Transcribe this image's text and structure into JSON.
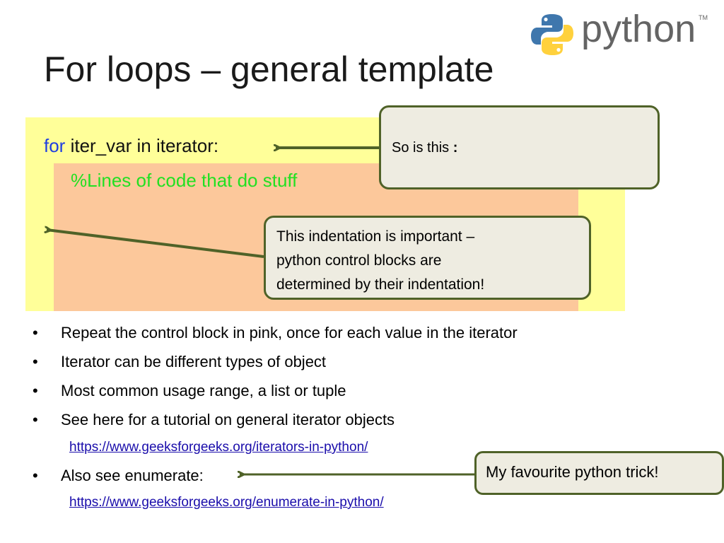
{
  "slide": {
    "title": "For loops – general template",
    "logo": {
      "word": "python",
      "tm": "TM",
      "icon": "python-logo-icon"
    },
    "code": {
      "keyword": "for",
      "header_rest": " iter_var in iterator:",
      "body_line": "%Lines of code that do stuff"
    },
    "callouts": {
      "colon": {
        "text": "So is this ",
        "bold": ":"
      },
      "indentation": {
        "lines": [
          "This indentation is important –",
          "python control blocks are",
          "determined by their indentation!"
        ]
      },
      "trick": "My favourite python trick!"
    },
    "bullets": [
      {
        "text": "Repeat the control block in pink, once for each value in the iterator"
      },
      {
        "text": "Iterator can be different types of object"
      },
      {
        "text": "Most common usage range, a list or tuple"
      },
      {
        "text": "See here for a tutorial on general iterator objects",
        "link": "https://www.geeksforgeeks.org/iterators-in-python/"
      },
      {
        "text": "Also see enumerate:",
        "link": "https://www.geeksforgeeks.org/enumerate-in-python/"
      }
    ],
    "bullet_symbol": "•"
  },
  "colors": {
    "yellow_block": "#ffff99",
    "pink_block": "#fcc89b",
    "keyword": "#1f3ee0",
    "body_code": "#22e022",
    "callout_fill": "#eeece1",
    "callout_border": "#4f6228",
    "arrow": "#4f6228",
    "link": "#1a0dab"
  }
}
